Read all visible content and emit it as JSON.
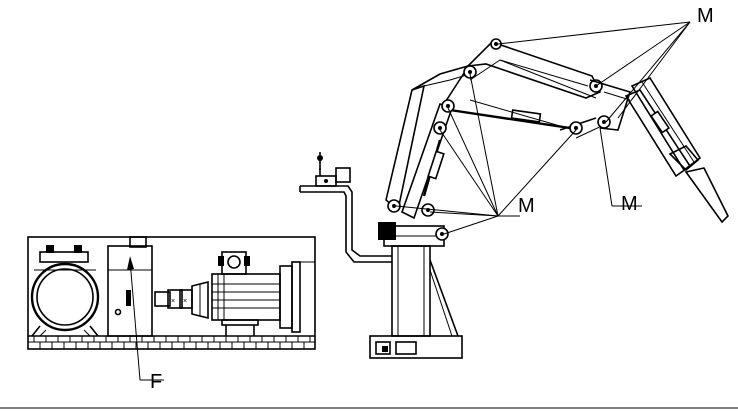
{
  "labels": {
    "m_top": "M",
    "m_right": "M",
    "m_center": "M",
    "f_label": "F"
  }
}
